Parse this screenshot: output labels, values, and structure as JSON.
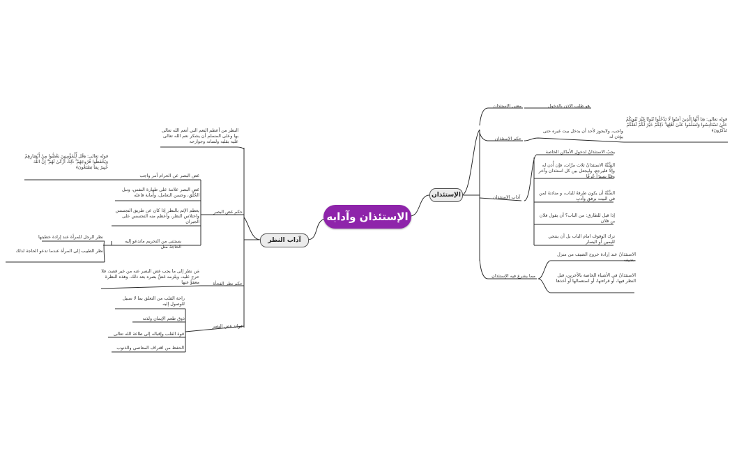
{
  "root": "الإستئذان وآدابه",
  "right": {
    "title": "الإستئذان",
    "branches": [
      {
        "label": "معنى الإستئذان",
        "items": [
          "هو طلب الإذن بالدخول"
        ]
      },
      {
        "label": "حكم الإستئذان",
        "items": [
          "واجب، ولايجوز لأحد أن يدخل بيت غيره حتى يؤذن له"
        ],
        "sub": "قوله تعالى: ﴿يَا أَيُّهَا الَّذِينَ آمَنُوا لَا تَدْخُلُوا بُيُوتًا غَيْرَ بُيُوتِكُمْ حَتَّىٰ تَسْتَأْنِسُوا وَتُسَلِّمُوا عَلَىٰ أَهْلِهَا ۚ ذَٰلِكُمْ خَيْرٌ لَّكُمْ لَعَلَّكُمْ تَذَكَّرُونَ﴾"
      },
      {
        "label": "آداب الإستئذان",
        "items": [
          "يجبُ الاستئذانُ لدخول الأماكن الخاصة",
          "السُّنَّةُ الاستئذانُ ثلاث مرَّات، فإن أُذن له وإلَّا فليرجع، وليجعل بين كل استئذان وآخر وقتًا يسيرًا عُرفًا",
          "السُّنَّةُ أن يكون طرقهُ للباب، و منادتهُ لمن في البيت برفقٍ وأدبٍ",
          "إذا قيل للطارق: من الباب؟ أن يقول فلان بن فلان",
          "ترك الوقوف امام الباب بل أن ينتحي لليمين أو اليسار"
        ]
      },
      {
        "label": "مما يشرع فيه الإستئذان",
        "items": [
          "الاستئذانُ عند إرادة خروج الضيف من منزل مضيفه",
          "الاستئذانُ في الأشياء الخاصة بالآخرين، قبل النظر فيها، أو قراءتها، أو استعمالها أو أخذها"
        ]
      }
    ]
  },
  "left": {
    "title": "آداب النظر",
    "intro": "النظر من أعظم النعم التي أنعم الله تعالى بها وعلى المسلم أن يشكر نعم الله تعالى عليه بقلبه ولسانه وجوارحه",
    "branches": [
      {
        "label": "حكم غض البصر",
        "items": [
          "غض البصر عن الحرام أمر واجب",
          "غض البصر علامة على طهارة النفس، ونبل الخُلُق، وحسن التعامل، وأمانة فاعله",
          "يعظم الإثم بالنظر إذا كان عن طريق التجسس واختلاس النظر، وأعظم منه التجسس على الجيران",
          "يستثنى من التحريم ماتدعو إليه الحاجة مثل"
        ],
        "verse": "قوله تعالى: ﴿قُل لِّلْمُؤْمِنِينَ يَغُضُّوا مِنْ أَبْصَارِهِمْ وَيَحْفَظُوا فُرُوجَهُمْ ۚ ذَٰلِكَ أَزْكَىٰ لَهُمْ ۗ إِنَّ اللَّهَ خَبِيرٌ بِمَا يَصْنَعُونَ﴾",
        "exceptions": [
          "نظر الرجل للمرأة عند إرادة خطبتها",
          "نظر الطبيب إلى المرأة عندما تدعو الحاجة لذلك"
        ]
      },
      {
        "label": "حكم نظر الفجأة",
        "items": [
          "مَن نظر إلى ما يجب غض البصر عنه من غير قصد، فلا حرج عليه، ويلزمه غضُّ بصره بعد ذلك، وهذه النظرة معفوٌّ عنها"
        ]
      },
      {
        "label": "فوائد غض البصر",
        "items": [
          "راحة القلب من التعلق بما لا سبيل للوصول إليه",
          "ذوق طعم الإيمان ولذته",
          "قوة القلب وإقباله إلى طاعة الله تعالى",
          "الحفظ من اقتراف المعاصي والذنوب"
        ]
      }
    ]
  }
}
